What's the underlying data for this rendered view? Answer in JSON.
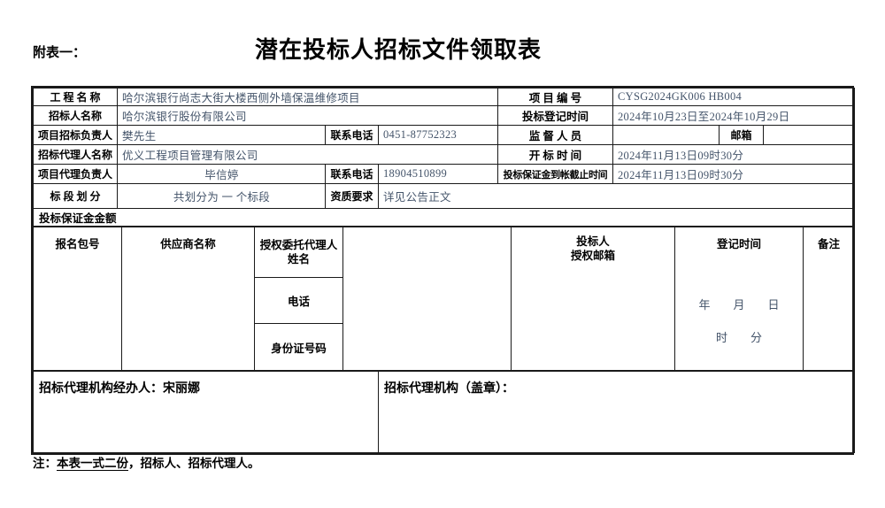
{
  "page": {
    "attachment_label": "附表一：",
    "title": "潜在投标人招标文件领取表",
    "note": {
      "prefix": "注：",
      "underlined": "本表一式二份",
      "suffix": "，招标人、招标代理人。"
    }
  },
  "section1": {
    "project_name_label": "工 程 名 称",
    "project_name": "哈尔滨银行尚志大街大楼西侧外墙保温维修项目",
    "project_number_label": "项 目 编 号",
    "project_number": "CYSG2024GK006 HB004",
    "tenderer_label": "招标人名称",
    "tenderer": "哈尔滨银行股份有限公司",
    "registration_time_label": "投标登记时间",
    "registration_time": "2024年10月23日至2024年10月29日",
    "bid_leader_label": "项目招标负责人",
    "bid_leader": "樊先生",
    "contact_phone_label_1": "联系电话",
    "contact_phone_1": "0451-87752323",
    "supervisor_label": "监 督 人 员",
    "supervisor": "",
    "email_label": "邮箱",
    "email": "",
    "agency_name_label": "招标代理人名称",
    "agency_name": "优义工程项目管理有限公司",
    "opening_time_label": "开 标 时 间",
    "opening_time": "2024年11月13日09时30分",
    "agency_leader_label": "项目代理负责人",
    "agency_leader": "毕信婷",
    "contact_phone_label_2": "联系电话",
    "contact_phone_2": "18904510899",
    "deposit_deadline_label": "投标保证金到帐截止时间",
    "deposit_deadline": "2024年11月13日09时30分",
    "section_division_label": "标 段 划 分",
    "section_division": "共划分为 一 个标段",
    "qualification_label": "资质要求",
    "qualification": "详见公告正文",
    "deposit_amount_label": "投标保证金金额"
  },
  "section2": {
    "package_number_label": "报名包号",
    "supplier_name_label": "供应商名称",
    "agent_name_label": "授权委托代理人\n姓名",
    "agent_phone_label": "电话",
    "agent_id_label": "身份证号码",
    "bidder_email_label": "投标人\n授权邮箱",
    "registration_time_label": "登记时间",
    "date_line": "年　　月　　日",
    "time_line": "时　　分",
    "remark_label": "备注"
  },
  "section3": {
    "handler": "招标代理机构经办人：宋丽娜",
    "seal": "招标代理机构（盖章）："
  }
}
